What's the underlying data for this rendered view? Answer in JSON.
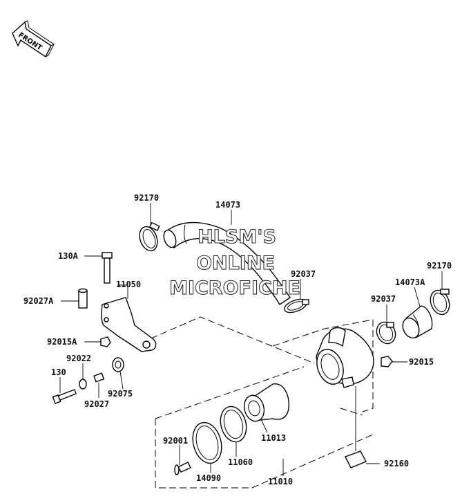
{
  "orientation_marker": {
    "text": "FRONT"
  },
  "watermark": {
    "line1": "HLSM'S",
    "line2": "ONLINE",
    "line3": "MICROFICHE"
  },
  "callouts": {
    "p92170_left": "92170",
    "p14073": "14073",
    "p130A": "130A",
    "p11050": "11050",
    "p92027A": "92027A",
    "p92015A": "92015A",
    "p92022": "92022",
    "p130": "130",
    "p92027": "92027",
    "p92075": "92075",
    "p92037_mid": "92037",
    "p92170_right": "92170",
    "p14073A": "14073A",
    "p92037_right": "92037",
    "p92015": "92015",
    "p11013": "11013",
    "p92001": "92001",
    "p11060": "11060",
    "p14090": "14090",
    "p11010": "11010",
    "p92160": "92160"
  }
}
